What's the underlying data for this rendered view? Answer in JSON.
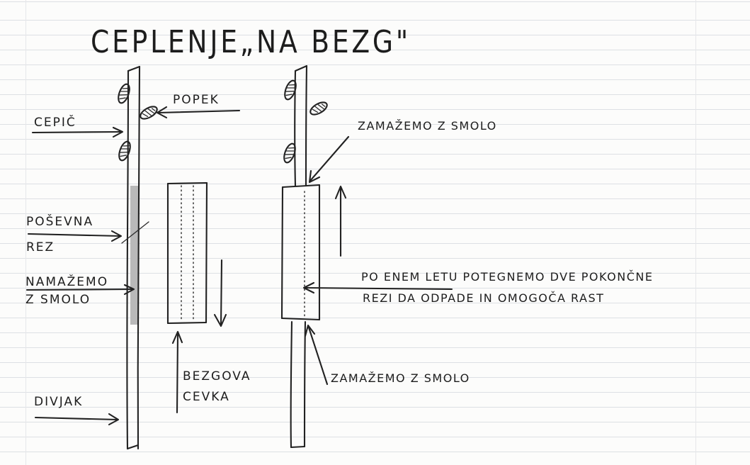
{
  "title": "CEPLENJE„NA BEZG\"",
  "labels": {
    "cepic": "CEPIČ",
    "popek": "POPEK",
    "posevna_line1": "POŠEVNA",
    "posevna_line2": "REZ",
    "namazemo_line1": "NAMAŽEMO",
    "namazemo_line2": "Z SMOLO",
    "divjak": "DIVJAK",
    "bezgova_line1": "BEZGOVA",
    "bezgova_line2": "CEVKA",
    "zamazemo_top": "ZAMAŽEMO Z SMOLO",
    "note_line1": "PO ENEM LETU POTEGNEMO DVE POKONČNE",
    "note_line2": "REZI DA ODPADE IN OMOGOČA RAST",
    "zamazemo_bottom": "ZAMAŽEMO Z SMOLO"
  },
  "colors": {
    "ink": "#222222",
    "resin_shading": "#b9b9b9",
    "paper_rule": "#dde0e4"
  }
}
